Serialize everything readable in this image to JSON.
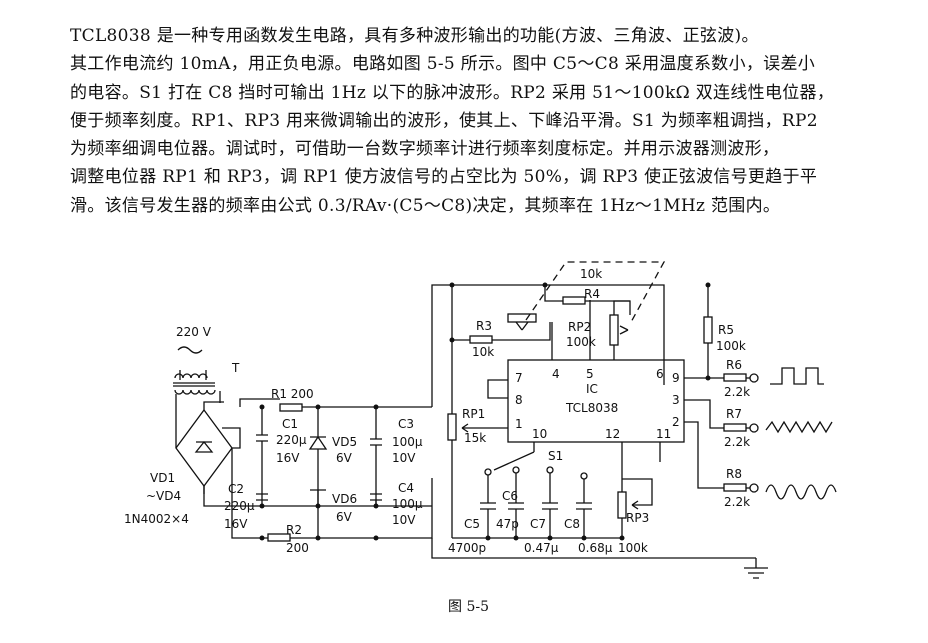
{
  "paragraph": [
    "TCL8038 是一种专用函数发生电路，具有多种波形输出的功能(方波、三角波、正弦波)。",
    "其工作电流约 10mA，用正负电源。电路如图 5-5 所示。图中 C5～C8 采用温度系数小，误差小",
    "的电容。S1 打在 C8 挡时可输出 1Hz 以下的脉冲波形。RP2 采用 51～100kΩ 双连线性电位器，",
    "便于频率刻度。RP1、RP3 用来微调输出的波形，使其上、下峰沿平滑。S1 为频率粗调挡，RP2",
    "为频率细调电位器。调试时，可借助一台数字频率计进行频率刻度标定。并用示波器测波形，",
    "调整电位器 RP1 和 RP3，调 RP1 使方波信号的占空比为 50%，调 RP3 使正弦波信号更趋于平",
    "滑。该信号发生器的频率由公式 0.3/RAv·(C5～C8)决定，其频率在 1Hz～1MHz 范围内。"
  ],
  "diagram": {
    "mains": "220 V",
    "transformer": "T",
    "bridge": "VD1",
    "bridge2": "~VD4",
    "bridge3": "1N4002×4",
    "r1": "R1 200",
    "r2": "R2",
    "r2v": "200",
    "c1": "C1",
    "c1v": "220μ",
    "c1v2": "16V",
    "c2": "C2",
    "c2v": "220μ",
    "c2v2": "16V",
    "vd5": "VD5",
    "vd5v": "6V",
    "vd6": "VD6",
    "vd6v": "6V",
    "c3": "C3",
    "c3v": "100μ",
    "c3v2": "10V",
    "c4": "C4",
    "c4v": "100μ",
    "c4v2": "10V",
    "r3": "R3",
    "r3v": "10k",
    "r4": "R4",
    "r4top": "10k",
    "rp2": "RP2",
    "rp2v": "100k",
    "r5": "R5",
    "r5v": "100k",
    "rp1": "RP1",
    "rp1v": "15k",
    "ic": "IC",
    "icname": "TCL8038",
    "pin7": "7",
    "pin4": "4",
    "pin5": "5",
    "pin6": "6",
    "pin8": "8",
    "pin1": "1",
    "pin10": "10",
    "pin12": "12",
    "pin11": "11",
    "pin9": "9",
    "pin3": "3",
    "pin2": "2",
    "s1": "S1",
    "c5": "C5",
    "c5v": "4700p",
    "c6": "C6",
    "c6v": "47p",
    "c7": "C7",
    "c7v": "0.47μ",
    "c8": "C8",
    "c8v": "0.68μ",
    "rp3": "RP3",
    "rp3v": "100k",
    "r6": "R6",
    "r6v": "2.2k",
    "r7": "R7",
    "r7v": "2.2k",
    "r8": "R8",
    "r8v": "2.2k"
  },
  "caption": "图 5-5"
}
